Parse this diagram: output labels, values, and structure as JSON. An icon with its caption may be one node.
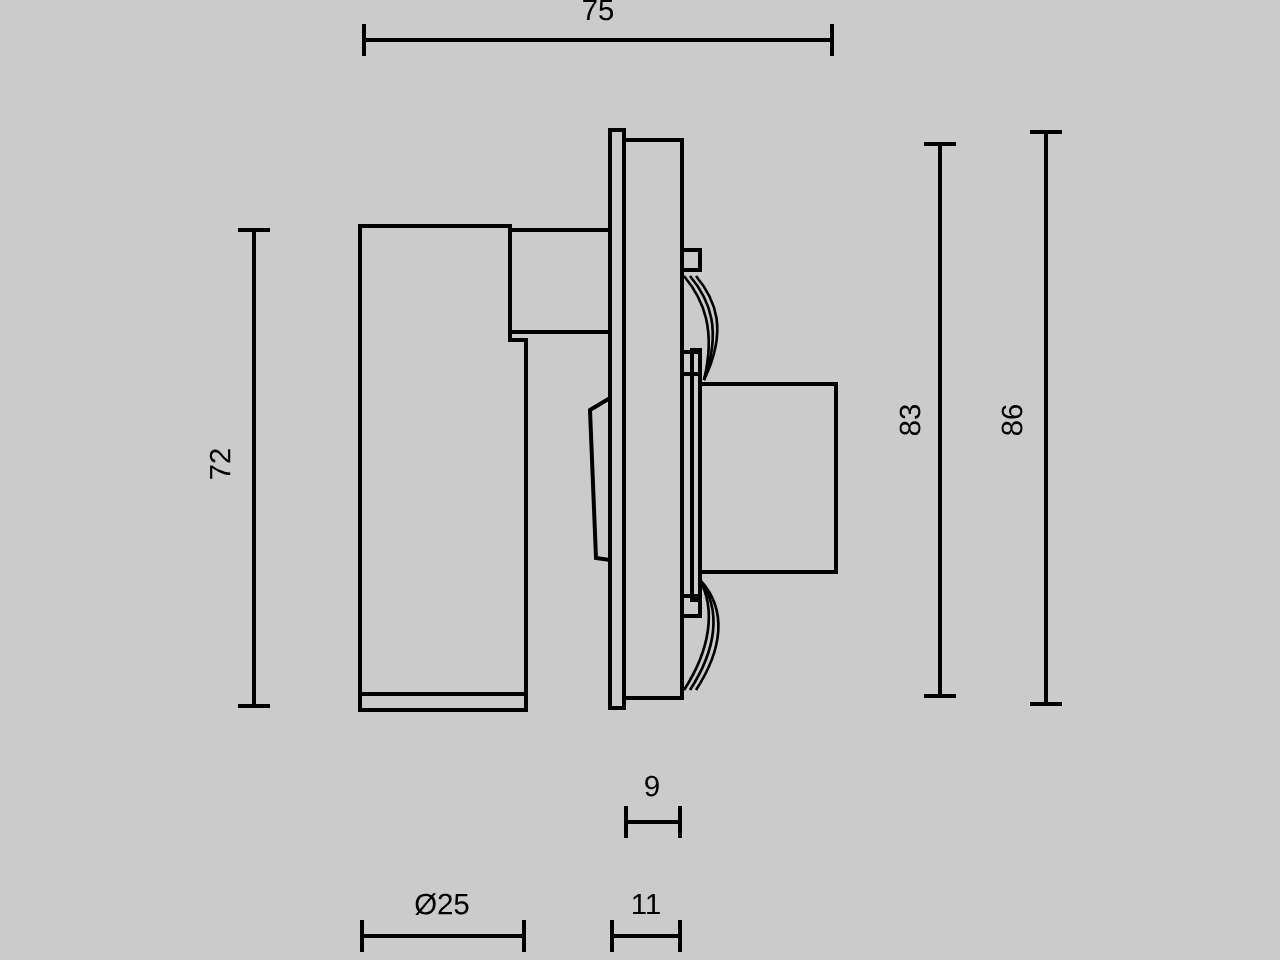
{
  "diagram": {
    "labels": [
      "75",
      "72",
      "83",
      "86",
      "9",
      "Ø25",
      "11"
    ]
  }
}
